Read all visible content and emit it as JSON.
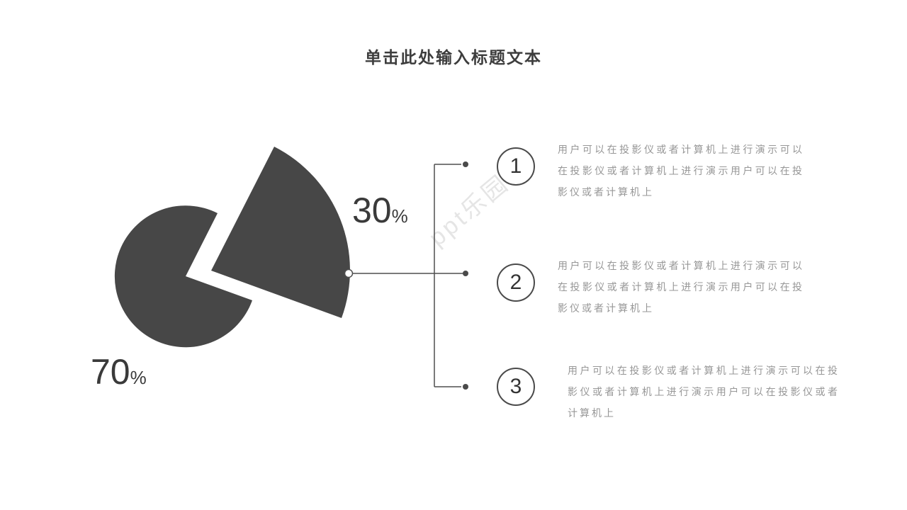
{
  "title": "单击此处输入标题文本",
  "watermark": "ppt乐园",
  "colors": {
    "pie": "#474747",
    "connector": "#4f4f4f",
    "ink": "#3d3d3d",
    "body_text": "#979797",
    "background": "#ffffff"
  },
  "chart_data": {
    "type": "pie",
    "title": "单击此处输入标题文本",
    "slices": [
      {
        "label": "70%",
        "value": 70,
        "exploded": false
      },
      {
        "label": "30%",
        "value": 30,
        "exploded": true
      }
    ],
    "color": "#474747",
    "legend": "none",
    "data_labels": [
      "70%",
      "30%"
    ]
  },
  "labels": {
    "exploded": {
      "number": "30",
      "sign": "%"
    },
    "main": {
      "number": "70",
      "sign": "%"
    }
  },
  "items": [
    {
      "number": "1",
      "text": "用户可以在投影仪或者计算机上进行演示可以在投影仪或者计算机上进行演示用户可以在投影仪或者计算机上"
    },
    {
      "number": "2",
      "text": "用户可以在投影仪或者计算机上进行演示可以在投影仪或者计算机上进行演示用户可以在投影仪或者计算机上"
    },
    {
      "number": "3",
      "text": "用户可以在投影仪或者计算机上进行演示可以在投影仪或者计算机上进行演示用户可以在投影仪或者计算机上"
    }
  ]
}
